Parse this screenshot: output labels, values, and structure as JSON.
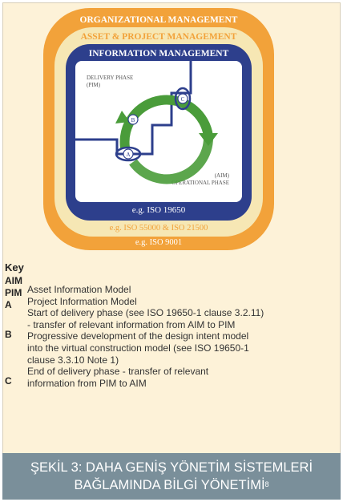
{
  "diagram": {
    "layers": {
      "organizational": "ORGANIZATIONAL MANAGEMENT",
      "asset_project": "ASSET & PROJECT MANAGEMENT",
      "information": "INFORMATION MANAGEMENT"
    },
    "delivery_phase": "DELIVERY PHASE",
    "pim_abbr": "(PIM)",
    "aim_abbr": "(AIM)",
    "operational_phase": "OPERATIONAL PHASE",
    "marker_a": "A",
    "marker_b": "B",
    "marker_c": "C",
    "iso_information": "e.g. ISO 19650",
    "iso_asset": "e.g. ISO 55000 & ISO 21500",
    "iso_org": "e.g. ISO 9001",
    "colors": {
      "outer": "#f2a23a",
      "middle": "#f6e7b4",
      "inner": "#2d3f8c",
      "center": "#ffffff",
      "cycle": "#4a9c3a"
    }
  },
  "key": {
    "title": "Key",
    "labels": [
      "AIM",
      "PIM",
      "A",
      "B",
      "C"
    ],
    "definitions": [
      "Asset Information Model",
      "Project Information Model",
      "Start of delivery phase (see ISO 19650-1 clause 3.2.11)",
      "- transfer of relevant information from AIM to PIM",
      "Progressive development of the design intent model",
      "into the virtual construction model (see ISO 19650-1",
      "clause 3.3.10 Note 1)",
      "End of delivery phase - transfer of relevant",
      "information from PIM to AIM"
    ]
  },
  "caption": {
    "line1": "ŞEKİL 3: DAHA GENİŞ YÖNETİM SİSTEMLERİ",
    "line2": "BAĞLAMINDA BİLGİ YÖNETİMİ",
    "footnote": "8"
  }
}
